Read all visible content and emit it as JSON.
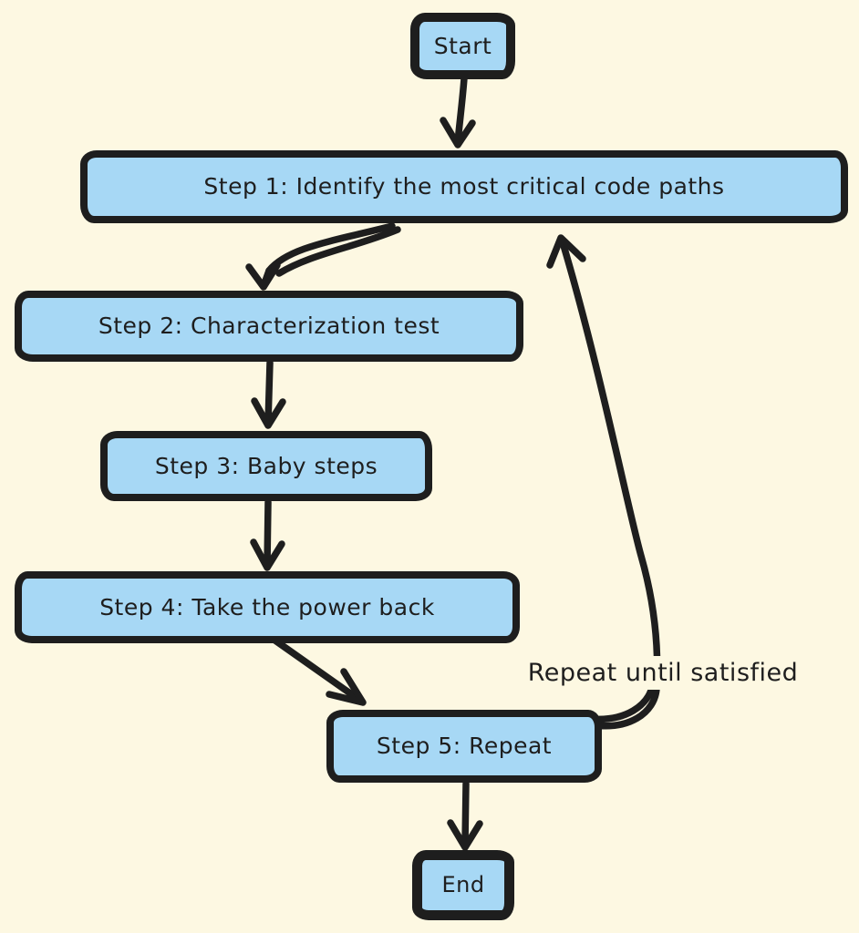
{
  "diagram": {
    "type": "flowchart",
    "style": "hand-drawn",
    "colors": {
      "background": "#FDF8E2",
      "node_fill": "#A7D8F5",
      "stroke": "#1E1E1E"
    },
    "nodes": [
      {
        "id": "start",
        "shape": "rounded-rect",
        "label": "Start"
      },
      {
        "id": "step1",
        "shape": "rounded-rect",
        "label": "Step 1: Identify the most critical code paths"
      },
      {
        "id": "step2",
        "shape": "rounded-rect",
        "label": "Step 2: Characterization test"
      },
      {
        "id": "step3",
        "shape": "rounded-rect",
        "label": "Step 3: Baby steps"
      },
      {
        "id": "step4",
        "shape": "rounded-rect",
        "label": "Step 4: Take the power back"
      },
      {
        "id": "step5",
        "shape": "rounded-rect",
        "label": "Step 5: Repeat"
      },
      {
        "id": "end",
        "shape": "rounded-rect",
        "label": "End"
      }
    ],
    "edges": [
      {
        "from": "start",
        "to": "step1",
        "label": ""
      },
      {
        "from": "step1",
        "to": "step2",
        "label": ""
      },
      {
        "from": "step2",
        "to": "step3",
        "label": ""
      },
      {
        "from": "step3",
        "to": "step4",
        "label": ""
      },
      {
        "from": "step4",
        "to": "step5",
        "label": ""
      },
      {
        "from": "step5",
        "to": "end",
        "label": ""
      },
      {
        "from": "step5",
        "to": "step1",
        "label": "Repeat until satisfied"
      }
    ]
  }
}
